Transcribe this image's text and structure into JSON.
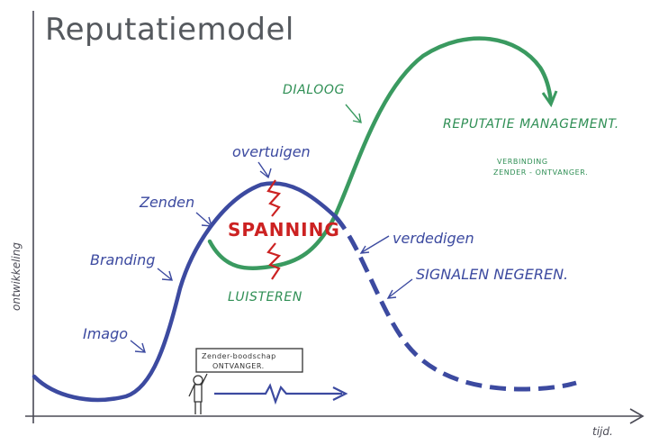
{
  "title": "Reputatiemodel",
  "axes": {
    "y_label": "ontwikkeling",
    "x_label": "tijd."
  },
  "labels": {
    "imago": "Imago",
    "branding": "Branding",
    "zenden": "Zenden",
    "overtuigen": "overtuigen",
    "spanning": "SPANNING",
    "luisteren": "LUISTEREN",
    "dialoog": "DIALOOG",
    "reputatie_management": "REPUTATIE MANAGEMENT.",
    "verbinding_line1": "VERBINDING",
    "verbinding_line2": "ZENDER - ONTVANGER.",
    "verdedigen": "verdedigen",
    "signalen_negeren": "SIGNALEN NEGEREN.",
    "sign_line1": "Zender-boodschap",
    "sign_line2": "ONTVANGER."
  },
  "colors": {
    "blue": "#3c4aa0",
    "green": "#3a9a60",
    "red": "#cc2222",
    "axis": "#4a4a55"
  }
}
